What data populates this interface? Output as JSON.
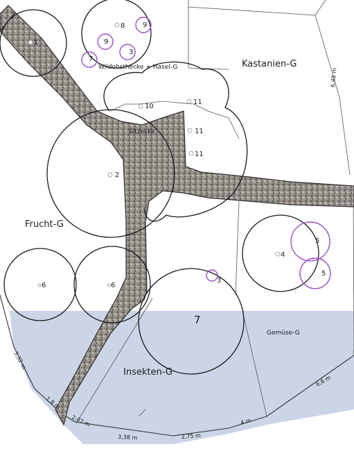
{
  "areas": {
    "wildobst": "Wildobsthecke + Hasel-G",
    "kastanien": "Kastanien-G",
    "sitzecke": "Sitzecke",
    "frucht": "Frucht-G",
    "insekten": "Insekten-G",
    "gemuese": "Gemüse-G"
  },
  "trees": {
    "t1": "1",
    "t2": "2",
    "t3": "3",
    "t3b": "3",
    "t4": "4",
    "t5a": "5",
    "t5b": "5",
    "t6a": "6",
    "t6b": "6",
    "t7": "7",
    "t7b": "7",
    "t8": "8",
    "t9a": "9",
    "t9b": "9",
    "t10": "10",
    "t11a": "11",
    "t11b": "11",
    "t11c": "11"
  },
  "dimensions": {
    "d1": "6,48 m",
    "d2": "3,32 m",
    "d3": "1,8 m",
    "d4": "2,07 m",
    "d5": "3,38 m",
    "d6": "2,75 m",
    "d7": "4 m",
    "d8": "6,8 m"
  },
  "colors": {
    "insect_zone": "#c6cfe4",
    "purple_circles": "#9a4fc6",
    "gravel_path": "#8f8a84"
  }
}
